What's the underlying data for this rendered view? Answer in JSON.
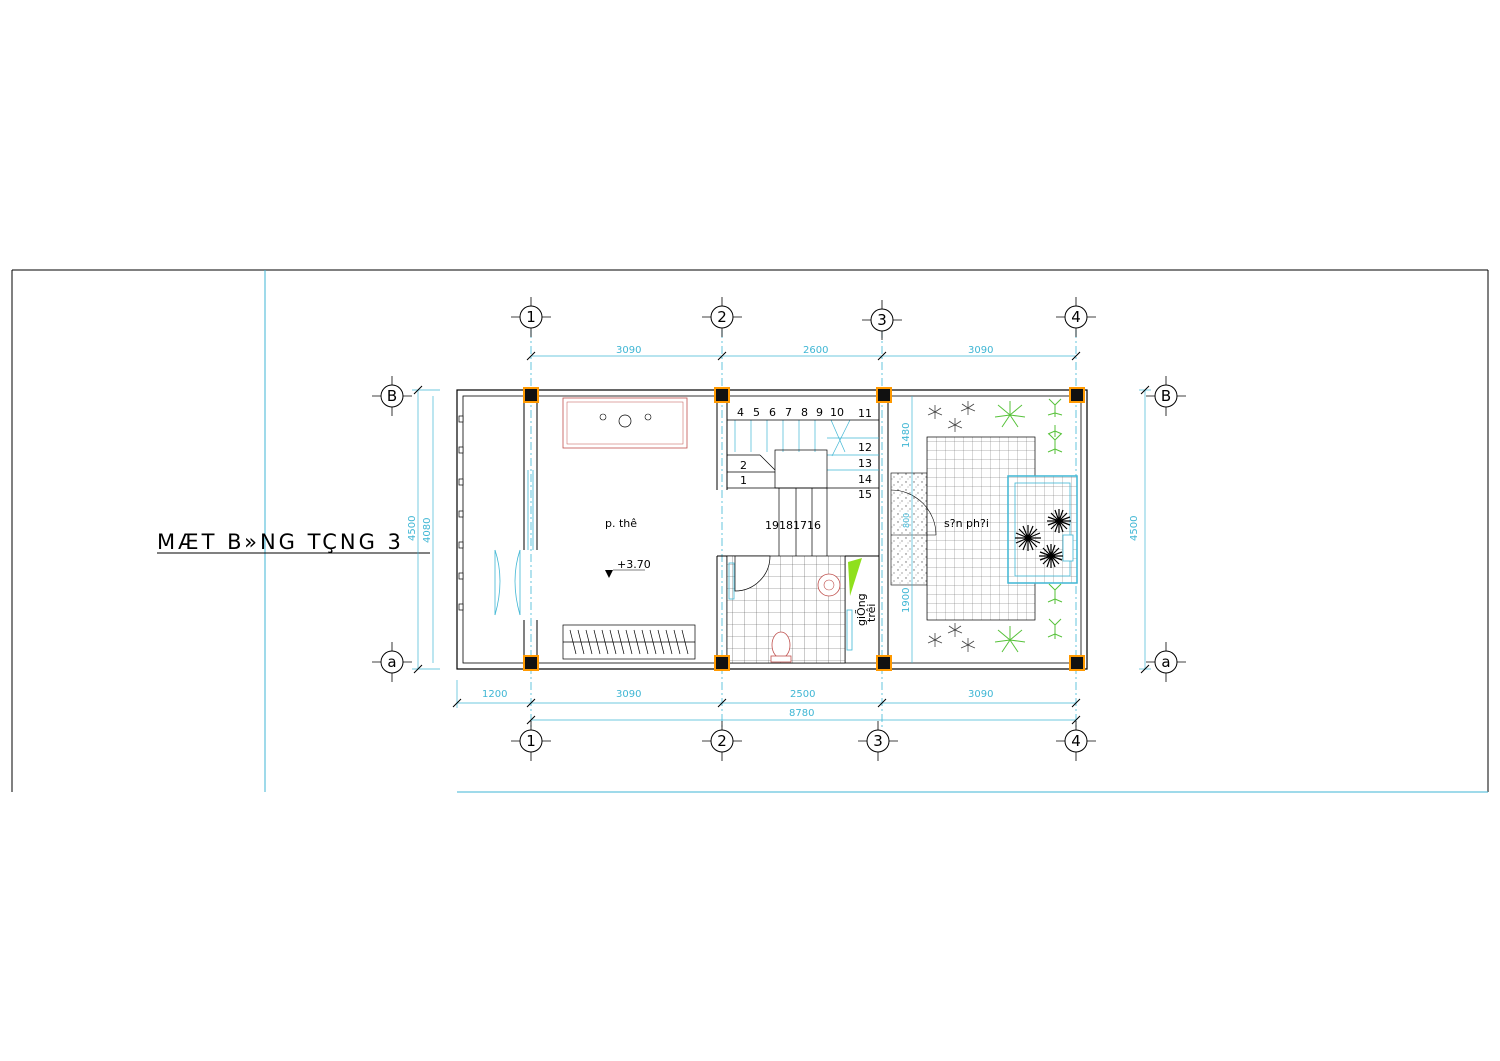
{
  "title": "MÆT B»NG TÇNG 3",
  "grid_axes": {
    "vertical": [
      "1",
      "2",
      "3",
      "4"
    ],
    "horizontal": [
      "B",
      "a"
    ]
  },
  "dimensions": {
    "top": [
      "3090",
      "2600",
      "3090"
    ],
    "bottom": [
      "1200",
      "3090",
      "2500",
      "3090"
    ],
    "overall": "8780",
    "left_outer": "4500",
    "left_inner": "4080",
    "right": "4500",
    "mid_upper": "1480",
    "mid_lower": "1900",
    "mid_small": "800"
  },
  "rooms": {
    "bedroom": "p. thê",
    "level": "+3.70",
    "terrace": "s?n ph?i",
    "skylight_line1": "giÕng",
    "skylight_line2": "trêi"
  },
  "stair_numbers": {
    "upper_row": [
      "4",
      "5",
      "6",
      "7",
      "8",
      "9",
      "10",
      "11"
    ],
    "right_column": [
      "12",
      "13",
      "14",
      "15"
    ],
    "landing": [
      "2",
      "1"
    ],
    "bottom_run": "19181716"
  },
  "colors": {
    "line": "#000000",
    "dimension": "#3fb6d4",
    "column_marker": "#ff9900",
    "plant": "#57c23a",
    "skylight": "#8fe01d"
  }
}
